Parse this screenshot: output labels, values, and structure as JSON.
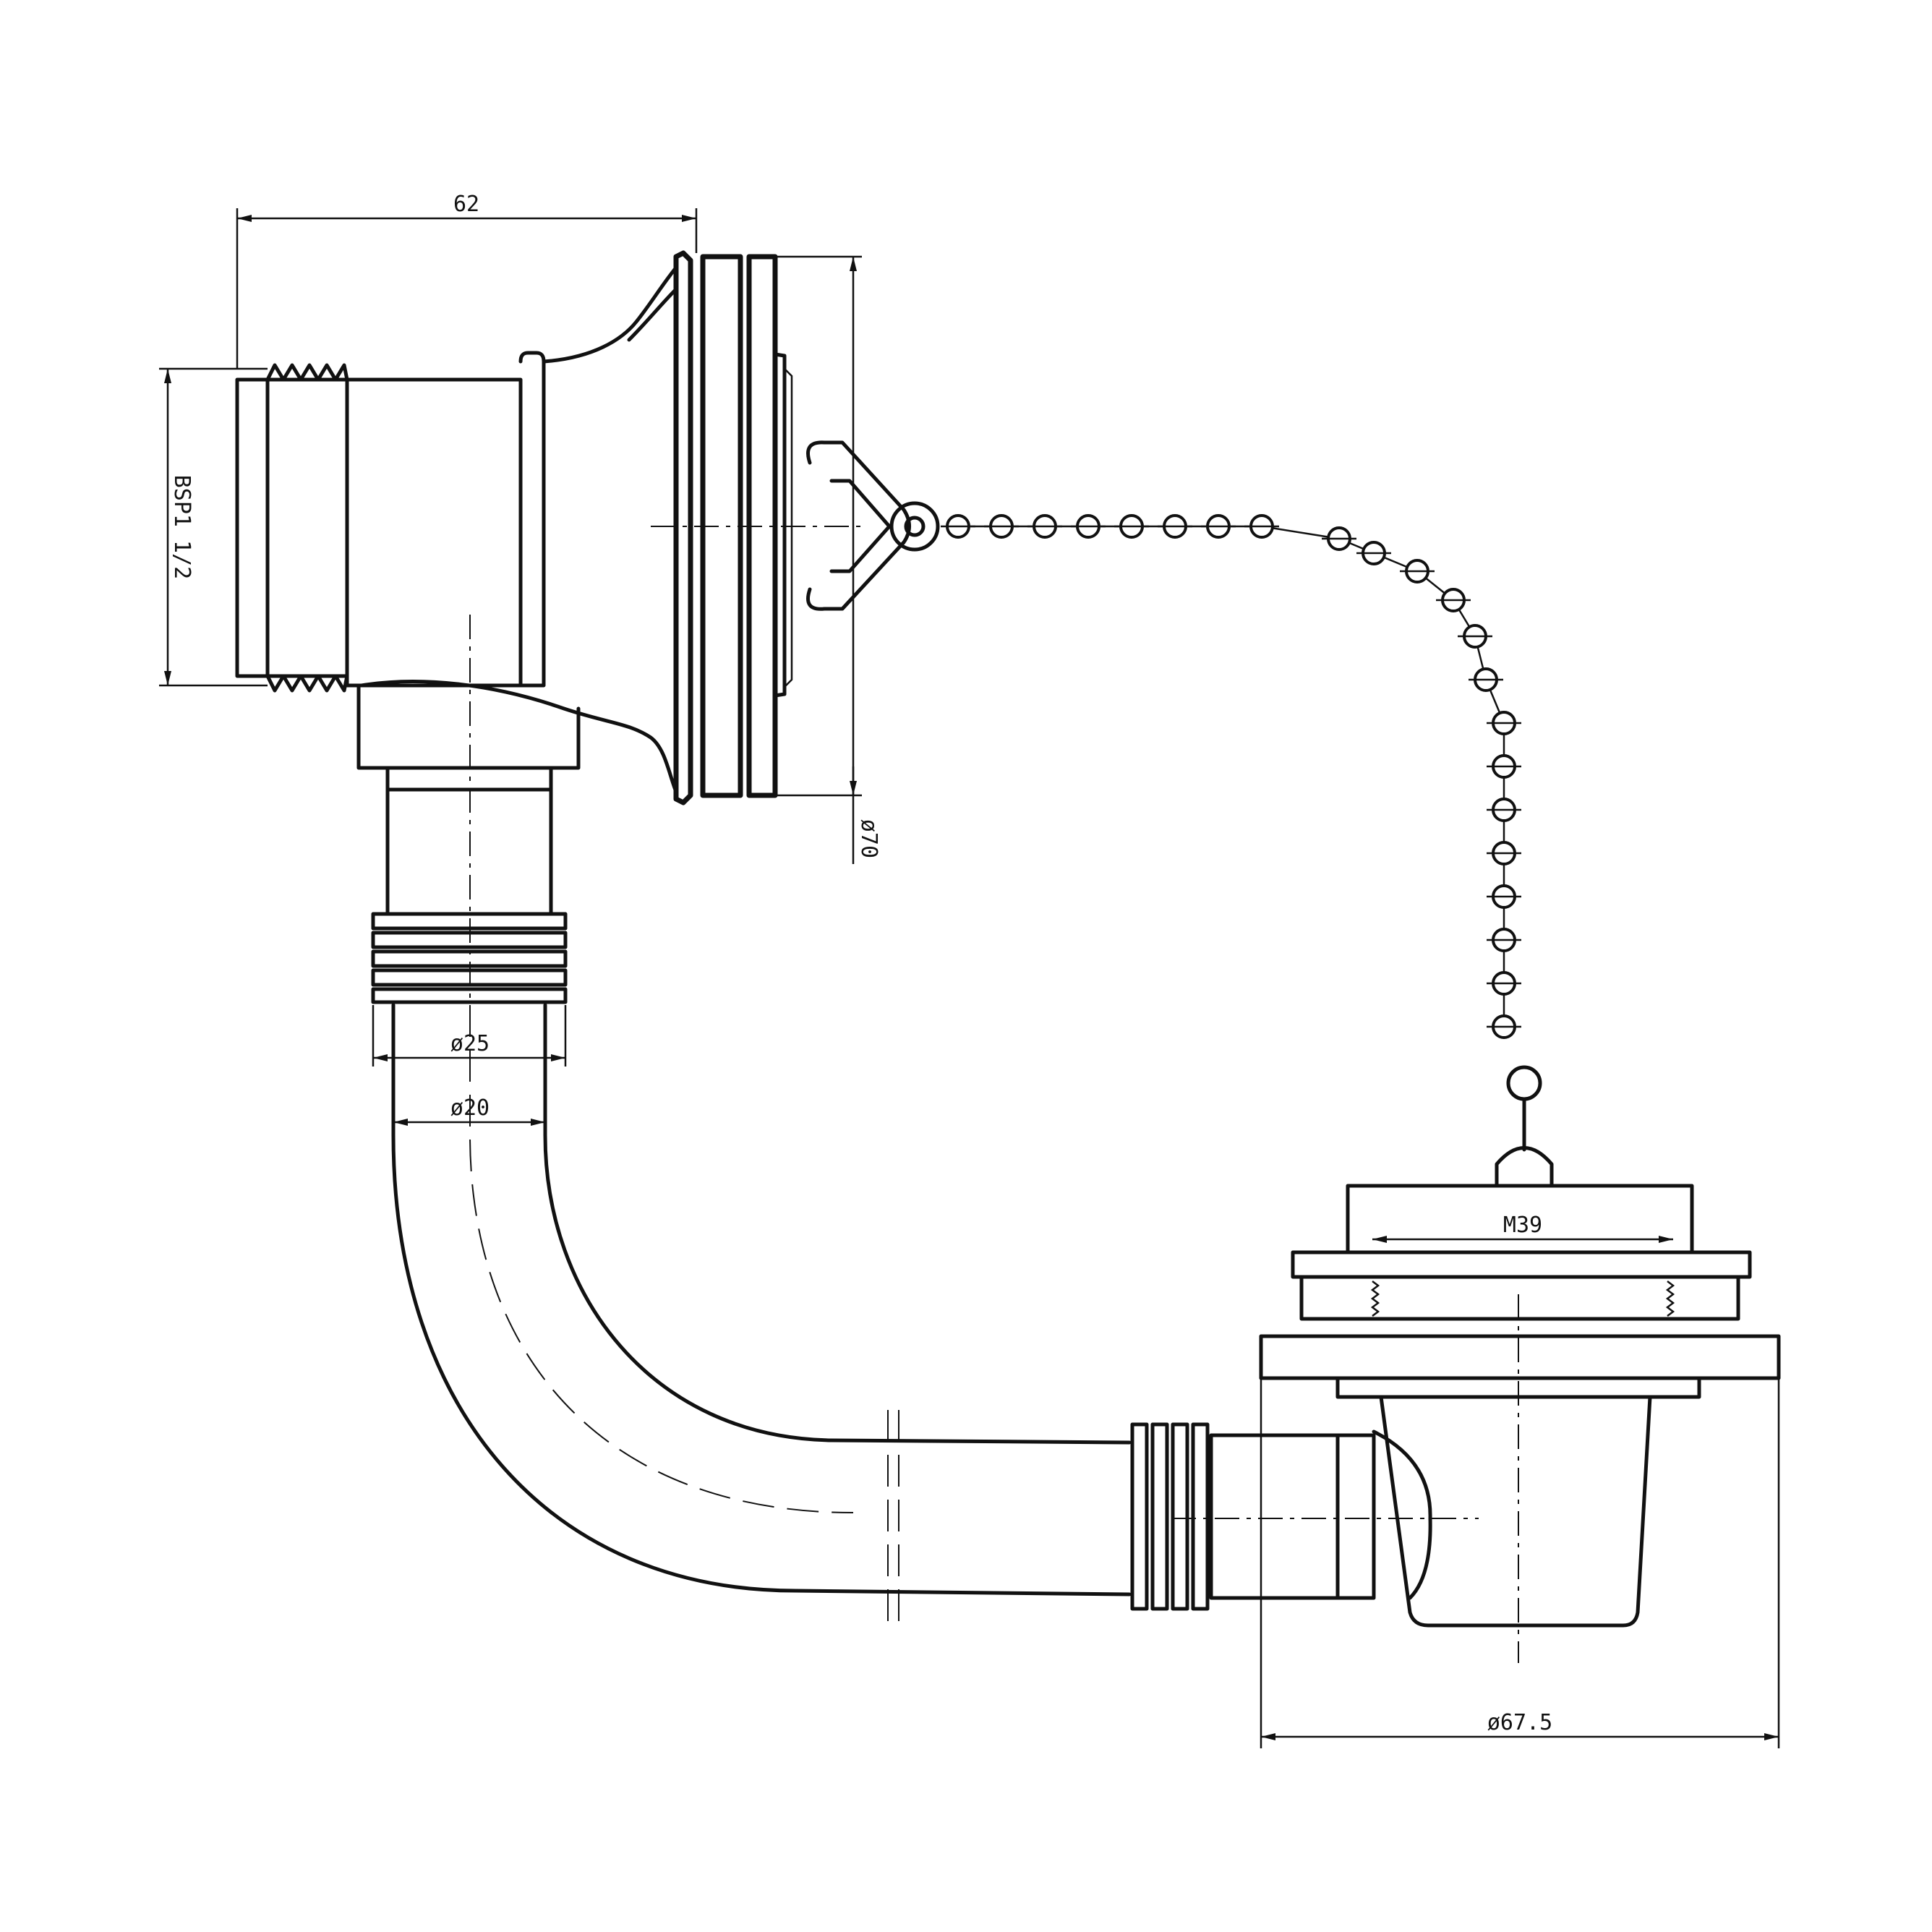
{
  "dimensions": {
    "overflow_length": "62",
    "thread": "BSP1 1/2",
    "overflow_face": "ø70",
    "hose_outer": "ø25",
    "hose_inner": "ø20",
    "waste_thread": "M39",
    "waste_flange": "ø67.5"
  }
}
